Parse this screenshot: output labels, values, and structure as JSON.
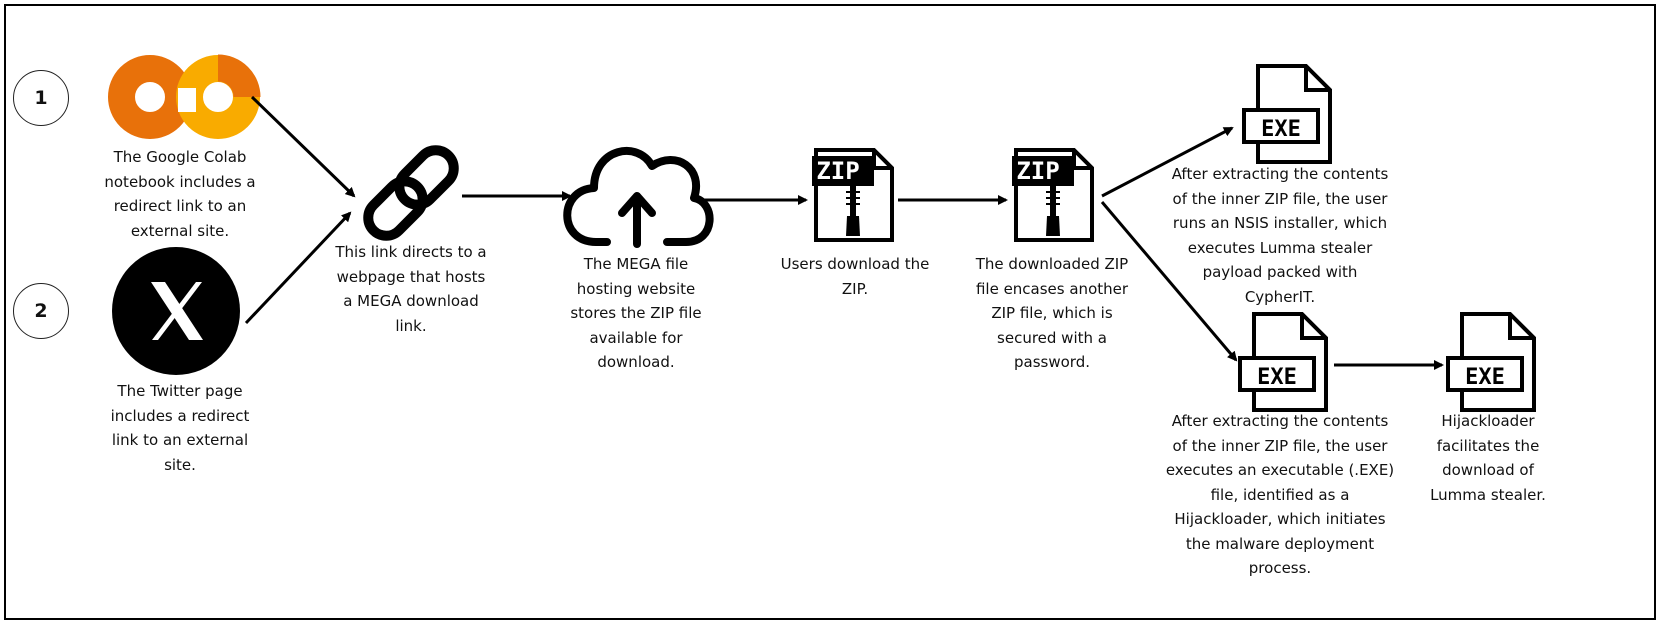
{
  "diagram": {
    "steps": [
      {
        "number": "1",
        "caption": "The Google Colab\nnotebook includes a\nredirect link to an\nexternal site."
      },
      {
        "number": "2",
        "caption": "The Twitter page\nincludes a redirect\nlink to an external\nsite."
      }
    ],
    "link_node": {
      "caption": "This link directs to a\nwebpage that hosts\na MEGA download\nlink."
    },
    "mega_node": {
      "caption": "The MEGA file\nhosting website\nstores the ZIP file\navailable for\ndownload."
    },
    "zip_download_node": {
      "label": "ZIP",
      "caption": "Users download the\nZIP."
    },
    "zip_nested_node": {
      "label": "ZIP",
      "caption": "The downloaded ZIP\nfile encases another\nZIP file, which is\nsecured with a\npassword."
    },
    "exe_nsis_node": {
      "label": "EXE",
      "caption": "After extracting the contents\nof the inner ZIP file, the user\nruns an NSIS installer, which\nexecutes Lumma stealer\npayload packed with\nCypherIT."
    },
    "exe_hijack_node": {
      "label": "EXE",
      "caption": "After extracting the contents\nof the inner ZIP file, the user\nexecutes an executable (.EXE)\nfile, identified as a\nHijackloader, which initiates\nthe malware deployment\nprocess."
    },
    "exe_final_node": {
      "label": "EXE",
      "caption": "Hijackloader\nfacilitates the\ndownload of\nLumma stealer."
    },
    "icons": [
      "google-colab-logo",
      "x-twitter-logo",
      "chain-link-icon",
      "cloud-upload-icon",
      "zip-file-icon",
      "exe-file-icon"
    ],
    "colors": {
      "colab_orange_dark": "#E8710A",
      "colab_orange_light": "#F9AB00",
      "ink": "#000000"
    }
  }
}
